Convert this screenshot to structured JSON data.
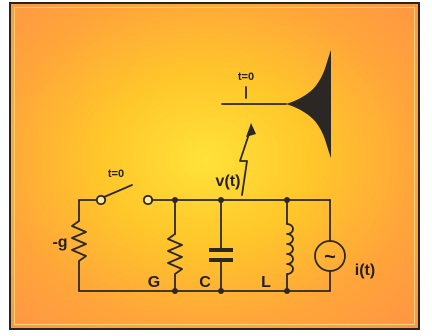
{
  "labels": {
    "switch_time": "t=0",
    "transient_time": "t=0",
    "voltage": "v(t)",
    "neg_conductance": "-g",
    "conductance": "G",
    "capacitor": "C",
    "inductor": "L",
    "current_source": "i(t)"
  },
  "source_symbol": "~",
  "colors": {
    "wire": "#2b2724",
    "label": "#231f1c",
    "background_center": "#ffe23a",
    "background_edge": "#ff9444",
    "inner_border": "#f4d27a"
  }
}
